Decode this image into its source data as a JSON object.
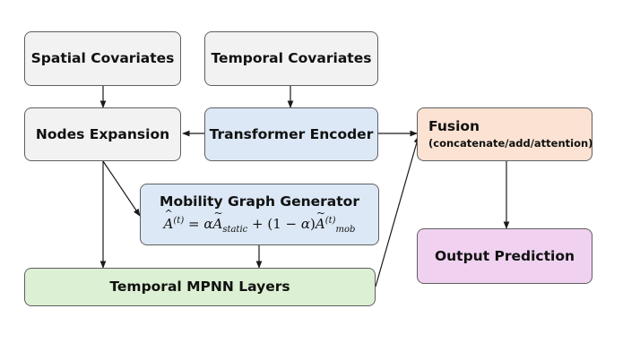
{
  "nodes": {
    "spatial": "Spatial Covariates",
    "temporal": "Temporal Covariates",
    "expansion": "Nodes Expansion",
    "transformer": "Transformer Encoder",
    "fusion": "Fusion",
    "fusion_sub": "(concatenate/add/attention)",
    "mobility": "Mobility Graph Generator",
    "mpnn": "Temporal MPNN Layers",
    "output": "Output Prediction"
  },
  "formula": "Â^(t) = αÃ_static + (1 − α)Ã_mob^(t)",
  "colors": {
    "gray": "#f2f2f2",
    "blue": "#dce8f6",
    "orange": "#fce2d2",
    "green": "#dcf0d3",
    "purple": "#f0d2f0",
    "border": "#5f5f5f",
    "arrow": "#1a1a1a"
  }
}
